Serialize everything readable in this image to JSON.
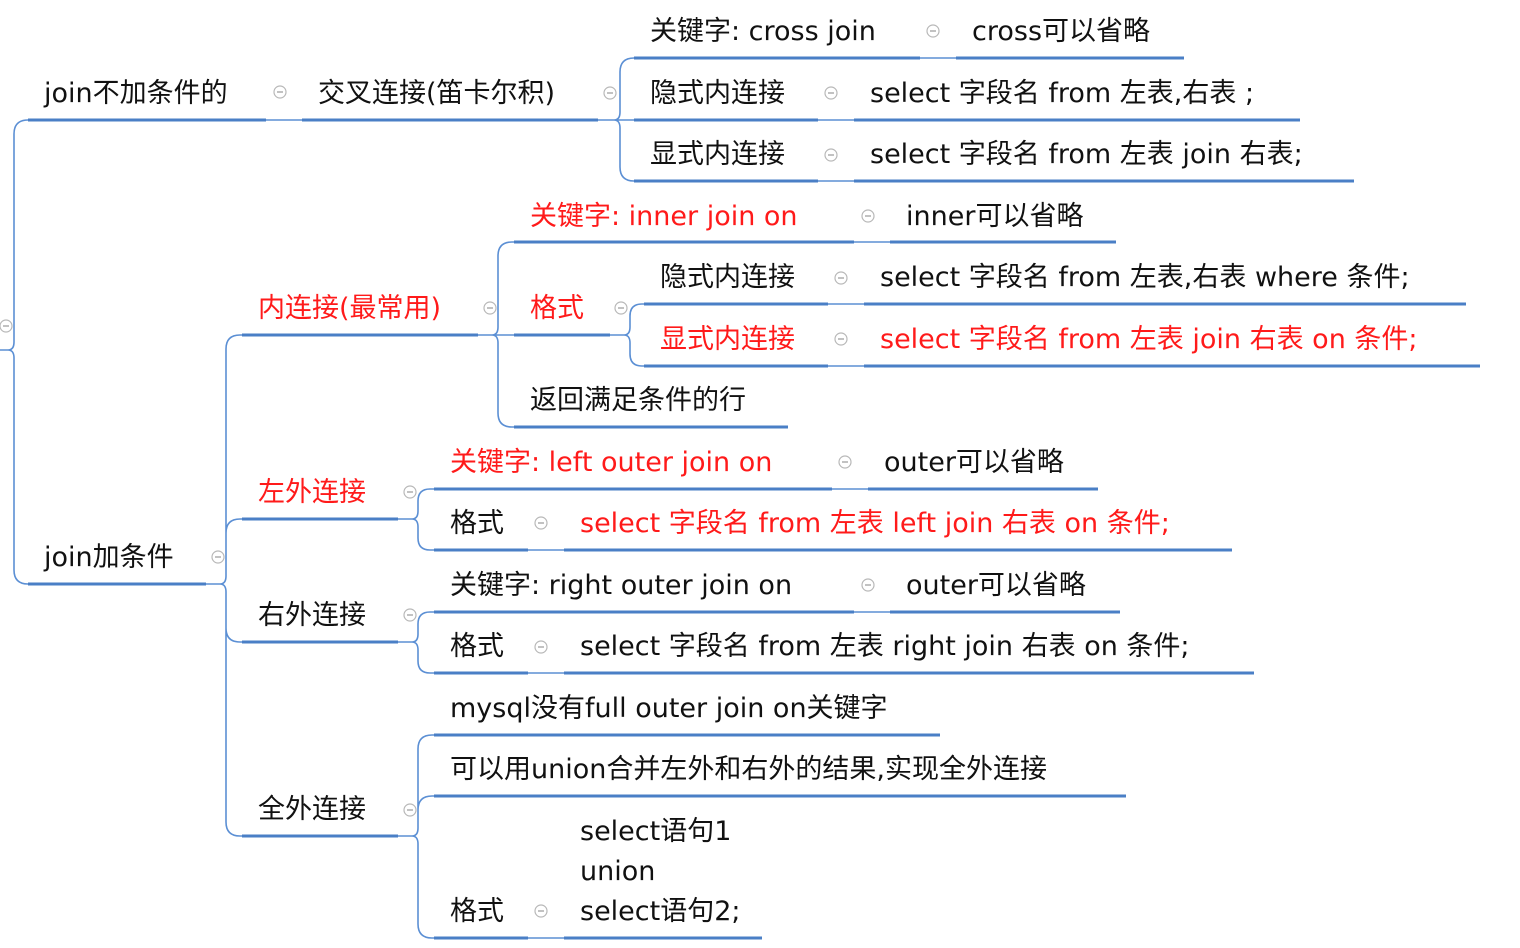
{
  "colors": {
    "edge": "#5b8fd4",
    "underline": "#4a7fc6",
    "text": "#111111",
    "highlight": "#ff1a1a"
  },
  "icons": {
    "collapse": "collapse-minus-icon"
  },
  "nodes": {
    "join_without_condition": {
      "label": "join不加条件的"
    },
    "cross_join": {
      "label": "交叉连接(笛卡尔积)"
    },
    "cross_keyword": {
      "label": "关键字:  cross join"
    },
    "cross_omit": {
      "label": "cross可以省略"
    },
    "cross_implicit": {
      "label": "隐式内连接"
    },
    "cross_implicit_sql": {
      "label": "select 字段名 from 左表,右表 ;"
    },
    "cross_explicit": {
      "label": "显式内连接"
    },
    "cross_explicit_sql": {
      "label": "select 字段名 from 左表 join 右表;"
    },
    "join_with_condition": {
      "label": "join加条件"
    },
    "inner_join": {
      "label": "内连接(最常用)"
    },
    "inner_keyword": {
      "label": "关键字:  inner join  on"
    },
    "inner_omit": {
      "label": "inner可以省略"
    },
    "inner_format": {
      "label": "格式"
    },
    "inner_implicit": {
      "label": "隐式内连接"
    },
    "inner_implicit_sql": {
      "label": "select 字段名 from 左表,右表 where 条件;"
    },
    "inner_explicit": {
      "label": "显式内连接"
    },
    "inner_explicit_sql": {
      "label": "select 字段名 from 左表 join 右表 on 条件;"
    },
    "inner_result": {
      "label": "返回满足条件的行"
    },
    "left_outer": {
      "label": "左外连接"
    },
    "left_keyword": {
      "label": "关键字:  left outer join  on"
    },
    "left_omit": {
      "label": "outer可以省略"
    },
    "left_format": {
      "label": "格式"
    },
    "left_sql": {
      "label": "select 字段名 from 左表 left join 右表 on 条件;"
    },
    "right_outer": {
      "label": "右外连接"
    },
    "right_keyword": {
      "label": "关键字:  right outer join  on"
    },
    "right_omit": {
      "label": "outer可以省略"
    },
    "right_format": {
      "label": "格式"
    },
    "right_sql": {
      "label": "select 字段名 from 左表 right join 右表 on 条件;"
    },
    "full_outer": {
      "label": "全外连接"
    },
    "full_note1": {
      "label": "mysql没有full outer join on关键字"
    },
    "full_note2": {
      "label": "可以用union合并左外和右外的结果,实现全外连接"
    },
    "full_format": {
      "label": "格式"
    },
    "full_sql_line1": {
      "label": "select语句1"
    },
    "full_sql_line2": {
      "label": "union"
    },
    "full_sql_line3": {
      "label": "select语句2;"
    }
  }
}
